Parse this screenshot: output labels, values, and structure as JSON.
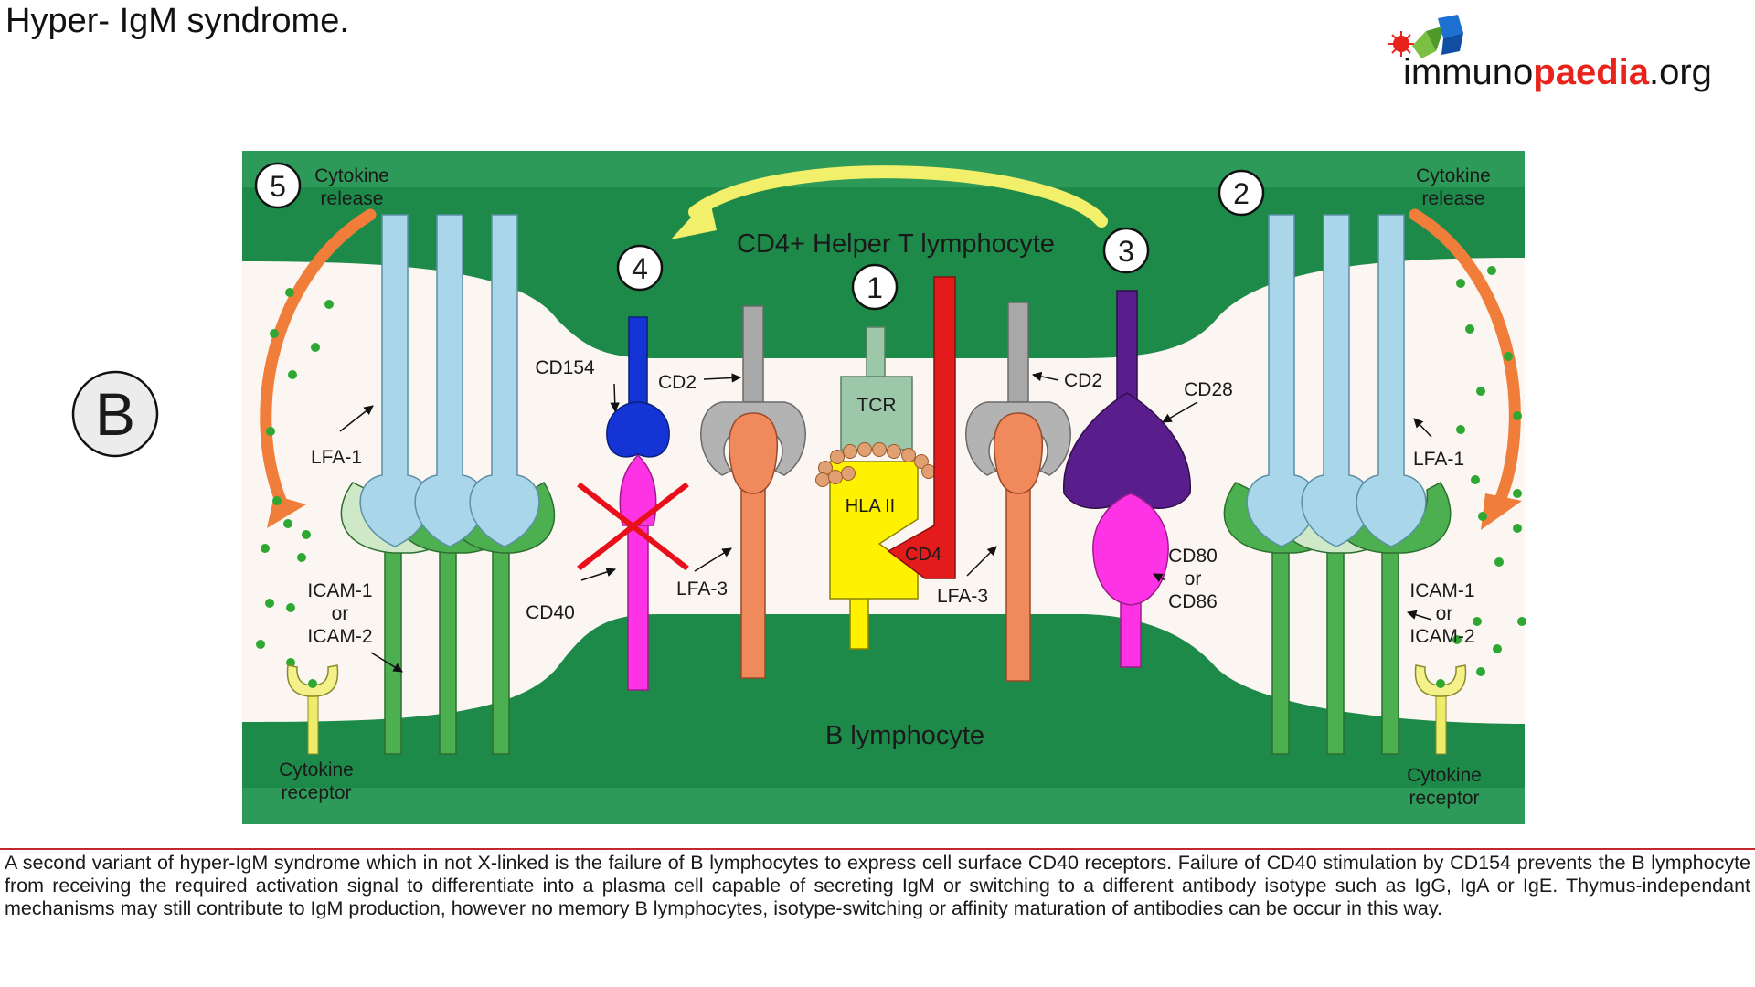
{
  "page": {
    "title": "Hyper- IgM syndrome.",
    "caption": "A second variant of hyper-IgM syndrome which in not X-linked is the failure of B lymphocytes to express cell surface CD40 receptors. Failure of CD40 stimulation by CD154 prevents the B lymphocyte from receiving the required activation signal to differentiate into a plasma cell capable of secreting IgM or switching to a different antibody isotype such as IgG, IgA or IgE. Thymus-independant mechanisms may still contribute to IgM production, however no memory B lymphocytes, isotype-switching or affinity maturation of antibodies can be occur in this way."
  },
  "logo": {
    "part1": "immuno",
    "part2": "paedia",
    "part3": ".org",
    "accent": "#e8231b"
  },
  "diagram": {
    "panel_letter": "B",
    "t_cell": "CD4+ Helper T lymphocyte",
    "b_cell": "B lymphocyte",
    "steps": [
      "1",
      "2",
      "3",
      "4",
      "5"
    ],
    "cytokine_release_left": [
      "Cytokine",
      "release"
    ],
    "cytokine_release_right": [
      "Cytokine",
      "release"
    ],
    "cytokine_receptor_left": [
      "Cytokine",
      "receptor"
    ],
    "cytokine_receptor_right": [
      "Cytokine",
      "receptor"
    ],
    "lfa1_left": "LFA-1",
    "lfa1_right": "LFA-1",
    "icam_left": [
      "ICAM-1",
      "or",
      "ICAM-2"
    ],
    "icam_right": [
      "ICAM-1",
      "or",
      "ICAM-2"
    ],
    "cd154": "CD154",
    "cd40": "CD40",
    "cd2_left": "CD2",
    "cd2_right": "CD2",
    "lfa3_left": "LFA-3",
    "lfa3_right": "LFA-3",
    "tcr": "TCR",
    "hla": "HLA II",
    "cd4": "CD4",
    "cd28": "CD28",
    "cd80_86": [
      "CD80",
      "or",
      "CD86"
    ],
    "colors": {
      "membrane": "#1d8a4a",
      "cytoplasm": "#fbf6f1",
      "cd154": "#1434d6",
      "cd40": "#ff33e6",
      "cd28": "#5a1e8c",
      "cd4": "#e31b1b",
      "hla": "#fff200",
      "lfa3": "#f08a5d",
      "cd2": "#a8a8a8",
      "tcr": "#9cc7a8",
      "lfa1": "#a9d6e8",
      "icam": "#4caf50",
      "cytokine": "#2ea832",
      "arrow_cytokine": "#f07d3a",
      "arrow_signal": "#f2ef6a",
      "block_cross": "#e8101a"
    }
  }
}
